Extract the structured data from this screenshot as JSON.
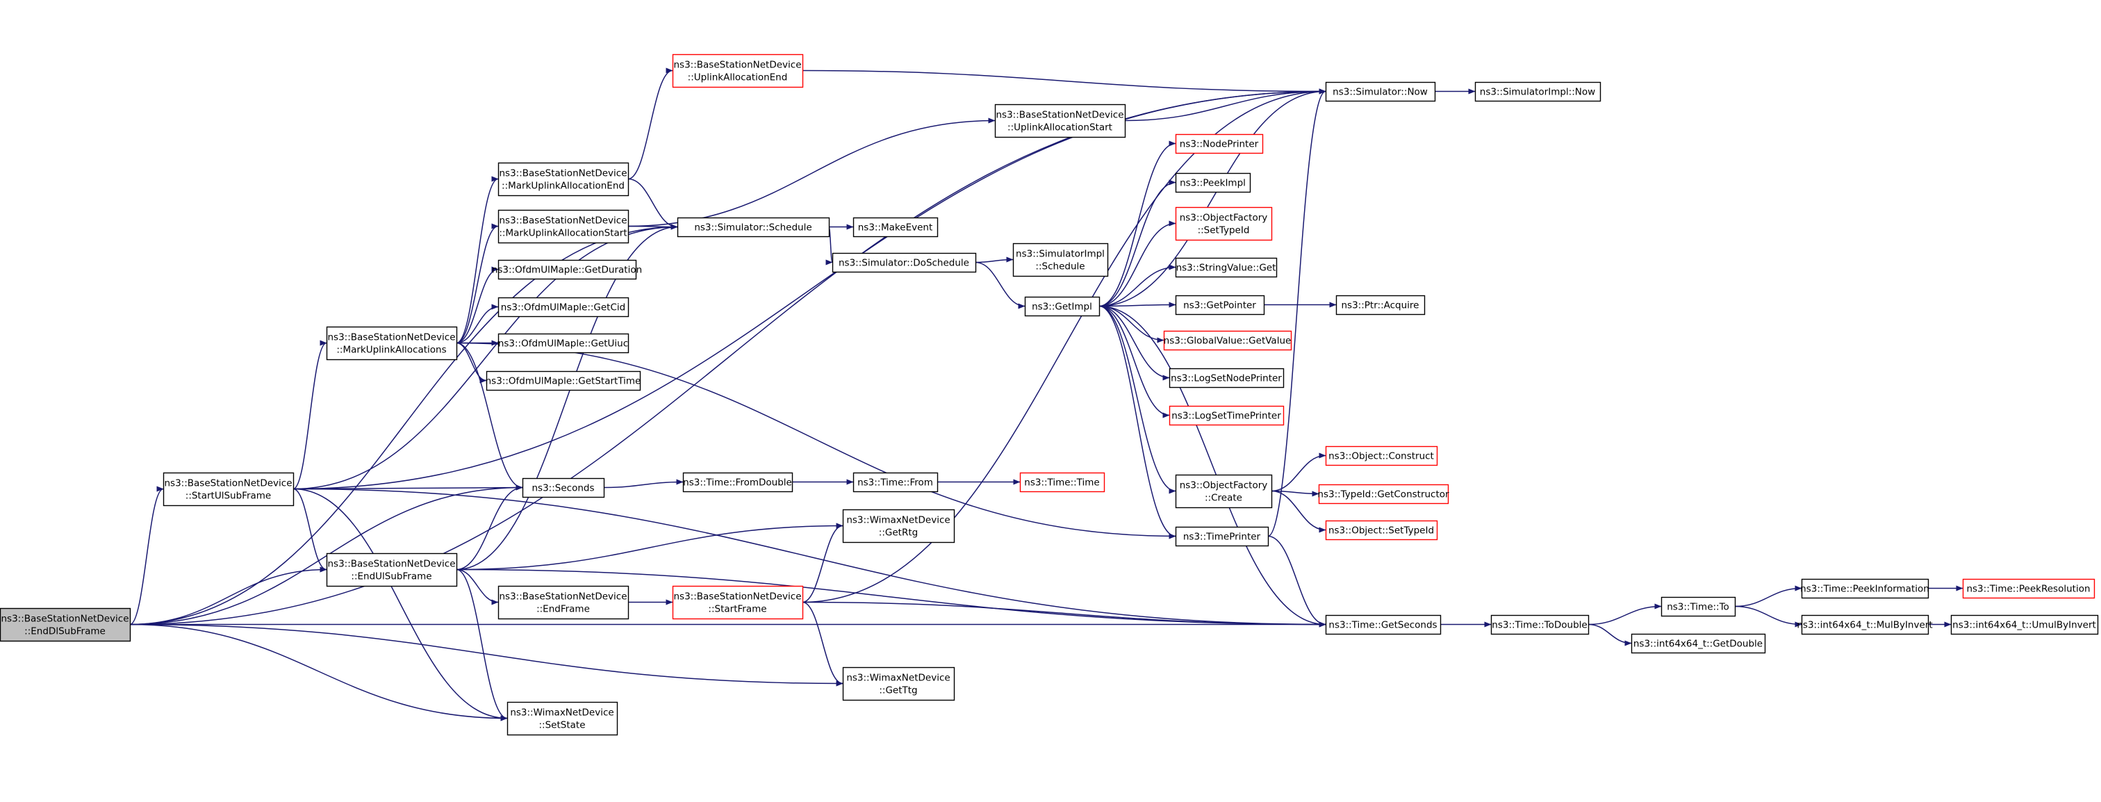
{
  "colors": {
    "edge": "#191970",
    "border_normal": "#000000",
    "border_truncated": "#ff0000",
    "fill_normal": "#ffffff",
    "fill_root": "#bfbfbf"
  },
  "nodes": [
    {
      "id": "root",
      "lines": [
        "ns3::BaseStationNetDevice",
        "::EndDlSubFrame"
      ],
      "style": "root"
    },
    {
      "id": "startul",
      "lines": [
        "ns3::BaseStationNetDevice",
        "::StartUlSubFrame"
      ],
      "style": "normal"
    },
    {
      "id": "markua",
      "lines": [
        "ns3::BaseStationNetDevice",
        "::MarkUplinkAllocations"
      ],
      "style": "normal"
    },
    {
      "id": "markuae",
      "lines": [
        "ns3::BaseStationNetDevice",
        "::MarkUplinkAllocationEnd"
      ],
      "style": "normal"
    },
    {
      "id": "markuas",
      "lines": [
        "ns3::BaseStationNetDevice",
        "::MarkUplinkAllocationStart"
      ],
      "style": "normal"
    },
    {
      "id": "getdur",
      "lines": [
        "ns3::OfdmUlMaple::GetDuration"
      ],
      "style": "normal"
    },
    {
      "id": "getcid",
      "lines": [
        "ns3::OfdmUlMaple::GetCid"
      ],
      "style": "normal"
    },
    {
      "id": "getuiuc",
      "lines": [
        "ns3::OfdmUlMaple::GetUiuc"
      ],
      "style": "normal"
    },
    {
      "id": "getst",
      "lines": [
        "ns3::OfdmUlMaple::GetStartTime"
      ],
      "style": "normal"
    },
    {
      "id": "endul",
      "lines": [
        "ns3::BaseStationNetDevice",
        "::EndUlSubFrame"
      ],
      "style": "normal"
    },
    {
      "id": "endframe",
      "lines": [
        "ns3::BaseStationNetDevice",
        "::EndFrame"
      ],
      "style": "normal"
    },
    {
      "id": "seconds",
      "lines": [
        "ns3::Seconds"
      ],
      "style": "normal"
    },
    {
      "id": "setstate",
      "lines": [
        "ns3::WimaxNetDevice",
        "::SetState"
      ],
      "style": "normal"
    },
    {
      "id": "ulae",
      "lines": [
        "ns3::BaseStationNetDevice",
        "::UplinkAllocationEnd"
      ],
      "style": "truncated"
    },
    {
      "id": "schedule",
      "lines": [
        "ns3::Simulator::Schedule"
      ],
      "style": "normal"
    },
    {
      "id": "fromdouble",
      "lines": [
        "ns3::Time::FromDouble"
      ],
      "style": "normal"
    },
    {
      "id": "startframe",
      "lines": [
        "ns3::BaseStationNetDevice",
        "::StartFrame"
      ],
      "style": "truncated"
    },
    {
      "id": "getrtg",
      "lines": [
        "ns3::WimaxNetDevice",
        "::GetRtg"
      ],
      "style": "normal"
    },
    {
      "id": "getttg",
      "lines": [
        "ns3::WimaxNetDevice",
        "::GetTtg"
      ],
      "style": "normal"
    },
    {
      "id": "makeevent",
      "lines": [
        "ns3::MakeEvent"
      ],
      "style": "normal"
    },
    {
      "id": "doschedule",
      "lines": [
        "ns3::Simulator::DoSchedule"
      ],
      "style": "normal"
    },
    {
      "id": "timefrom",
      "lines": [
        "ns3::Time::From"
      ],
      "style": "normal"
    },
    {
      "id": "ulas",
      "lines": [
        "ns3::BaseStationNetDevice",
        "::UplinkAllocationStart"
      ],
      "style": "normal"
    },
    {
      "id": "simimplsched",
      "lines": [
        "ns3::SimulatorImpl",
        "::Schedule"
      ],
      "style": "normal"
    },
    {
      "id": "getimpl",
      "lines": [
        "ns3::GetImpl"
      ],
      "style": "normal"
    },
    {
      "id": "timetime",
      "lines": [
        "ns3::Time::Time"
      ],
      "style": "truncated"
    },
    {
      "id": "nodeprinter",
      "lines": [
        "ns3::NodePrinter"
      ],
      "style": "truncated"
    },
    {
      "id": "peekimpl",
      "lines": [
        "ns3::PeekImpl"
      ],
      "style": "normal"
    },
    {
      "id": "ofsettypeid",
      "lines": [
        "ns3::ObjectFactory",
        "::SetTypeId"
      ],
      "style": "truncated"
    },
    {
      "id": "strvalget",
      "lines": [
        "ns3::StringValue::Get"
      ],
      "style": "normal"
    },
    {
      "id": "getpointer",
      "lines": [
        "ns3::GetPointer"
      ],
      "style": "normal"
    },
    {
      "id": "gvgetvalue",
      "lines": [
        "ns3::GlobalValue::GetValue"
      ],
      "style": "truncated"
    },
    {
      "id": "logsetnp",
      "lines": [
        "ns3::LogSetNodePrinter"
      ],
      "style": "normal"
    },
    {
      "id": "logsettp",
      "lines": [
        "ns3::LogSetTimePrinter"
      ],
      "style": "truncated"
    },
    {
      "id": "ofcreate",
      "lines": [
        "ns3::ObjectFactory",
        "::Create"
      ],
      "style": "normal"
    },
    {
      "id": "timeprinter",
      "lines": [
        "ns3::TimePrinter"
      ],
      "style": "normal"
    },
    {
      "id": "simnow",
      "lines": [
        "ns3::Simulator::Now"
      ],
      "style": "normal"
    },
    {
      "id": "ptracquire",
      "lines": [
        "ns3::Ptr::Acquire"
      ],
      "style": "normal"
    },
    {
      "id": "objconstruct",
      "lines": [
        "ns3::Object::Construct"
      ],
      "style": "truncated"
    },
    {
      "id": "typeidgetctor",
      "lines": [
        "ns3::TypeId::GetConstructor"
      ],
      "style": "truncated"
    },
    {
      "id": "objsettypeid",
      "lines": [
        "ns3::Object::SetTypeId"
      ],
      "style": "truncated"
    },
    {
      "id": "getseconds",
      "lines": [
        "ns3::Time::GetSeconds"
      ],
      "style": "normal"
    },
    {
      "id": "simimplnow",
      "lines": [
        "ns3::SimulatorImpl::Now"
      ],
      "style": "normal"
    },
    {
      "id": "todouble",
      "lines": [
        "ns3::Time::ToDouble"
      ],
      "style": "normal"
    },
    {
      "id": "timeto",
      "lines": [
        "ns3::Time::To"
      ],
      "style": "normal"
    },
    {
      "id": "getdouble",
      "lines": [
        "ns3::int64x64_t::GetDouble"
      ],
      "style": "normal"
    },
    {
      "id": "peekinfo",
      "lines": [
        "ns3::Time::PeekInformation"
      ],
      "style": "normal"
    },
    {
      "id": "mulbyinvert",
      "lines": [
        "ns3::int64x64_t::MulByInvert"
      ],
      "style": "normal"
    },
    {
      "id": "peekres",
      "lines": [
        "ns3::Time::PeekResolution"
      ],
      "style": "truncated"
    },
    {
      "id": "umulbyinvert",
      "lines": [
        "ns3::int64x64_t::UmulByInvert"
      ],
      "style": "normal"
    }
  ],
  "edges": [
    [
      "root",
      "startul"
    ],
    [
      "root",
      "endul"
    ],
    [
      "root",
      "seconds"
    ],
    [
      "root",
      "setstate"
    ],
    [
      "root",
      "schedule"
    ],
    [
      "root",
      "getttg"
    ],
    [
      "root",
      "simnow"
    ],
    [
      "root",
      "getseconds"
    ],
    [
      "startul",
      "markua"
    ],
    [
      "startul",
      "endul"
    ],
    [
      "startul",
      "seconds"
    ],
    [
      "startul",
      "setstate"
    ],
    [
      "startul",
      "schedule"
    ],
    [
      "startul",
      "simnow"
    ],
    [
      "startul",
      "getseconds"
    ],
    [
      "markua",
      "markuae"
    ],
    [
      "markua",
      "markuas"
    ],
    [
      "markua",
      "getdur"
    ],
    [
      "markua",
      "getcid"
    ],
    [
      "markua",
      "getuiuc"
    ],
    [
      "markua",
      "getst"
    ],
    [
      "markua",
      "seconds"
    ],
    [
      "markua",
      "timeprinter"
    ],
    [
      "markuae",
      "ulae"
    ],
    [
      "markuae",
      "schedule"
    ],
    [
      "markuas",
      "ulas"
    ],
    [
      "markuas",
      "schedule"
    ],
    [
      "endul",
      "endframe"
    ],
    [
      "endul",
      "seconds"
    ],
    [
      "endul",
      "setstate"
    ],
    [
      "endul",
      "schedule"
    ],
    [
      "endul",
      "getrtg"
    ],
    [
      "endul",
      "getseconds"
    ],
    [
      "endframe",
      "startframe"
    ],
    [
      "startframe",
      "getrtg"
    ],
    [
      "startframe",
      "getttg"
    ],
    [
      "startframe",
      "simnow"
    ],
    [
      "startframe",
      "getseconds"
    ],
    [
      "seconds",
      "fromdouble"
    ],
    [
      "fromdouble",
      "timefrom"
    ],
    [
      "timefrom",
      "timetime"
    ],
    [
      "schedule",
      "makeevent"
    ],
    [
      "schedule",
      "doschedule"
    ],
    [
      "doschedule",
      "simimplsched"
    ],
    [
      "doschedule",
      "getimpl"
    ],
    [
      "ulae",
      "simnow"
    ],
    [
      "ulas",
      "simnow"
    ],
    [
      "getimpl",
      "nodeprinter"
    ],
    [
      "getimpl",
      "peekimpl"
    ],
    [
      "getimpl",
      "ofsettypeid"
    ],
    [
      "getimpl",
      "strvalget"
    ],
    [
      "getimpl",
      "getpointer"
    ],
    [
      "getimpl",
      "gvgetvalue"
    ],
    [
      "getimpl",
      "logsetnp"
    ],
    [
      "getimpl",
      "logsettp"
    ],
    [
      "getimpl",
      "ofcreate"
    ],
    [
      "getimpl",
      "timeprinter"
    ],
    [
      "getimpl",
      "simnow"
    ],
    [
      "getimpl",
      "getseconds"
    ],
    [
      "getpointer",
      "ptracquire"
    ],
    [
      "ofcreate",
      "objconstruct"
    ],
    [
      "ofcreate",
      "typeidgetctor"
    ],
    [
      "ofcreate",
      "objsettypeid"
    ],
    [
      "timeprinter",
      "simnow"
    ],
    [
      "timeprinter",
      "getseconds"
    ],
    [
      "simnow",
      "simimplnow"
    ],
    [
      "getseconds",
      "todouble"
    ],
    [
      "todouble",
      "timeto"
    ],
    [
      "todouble",
      "getdouble"
    ],
    [
      "timeto",
      "peekinfo"
    ],
    [
      "timeto",
      "mulbyinvert"
    ],
    [
      "peekinfo",
      "peekres"
    ],
    [
      "mulbyinvert",
      "umulbyinvert"
    ]
  ]
}
